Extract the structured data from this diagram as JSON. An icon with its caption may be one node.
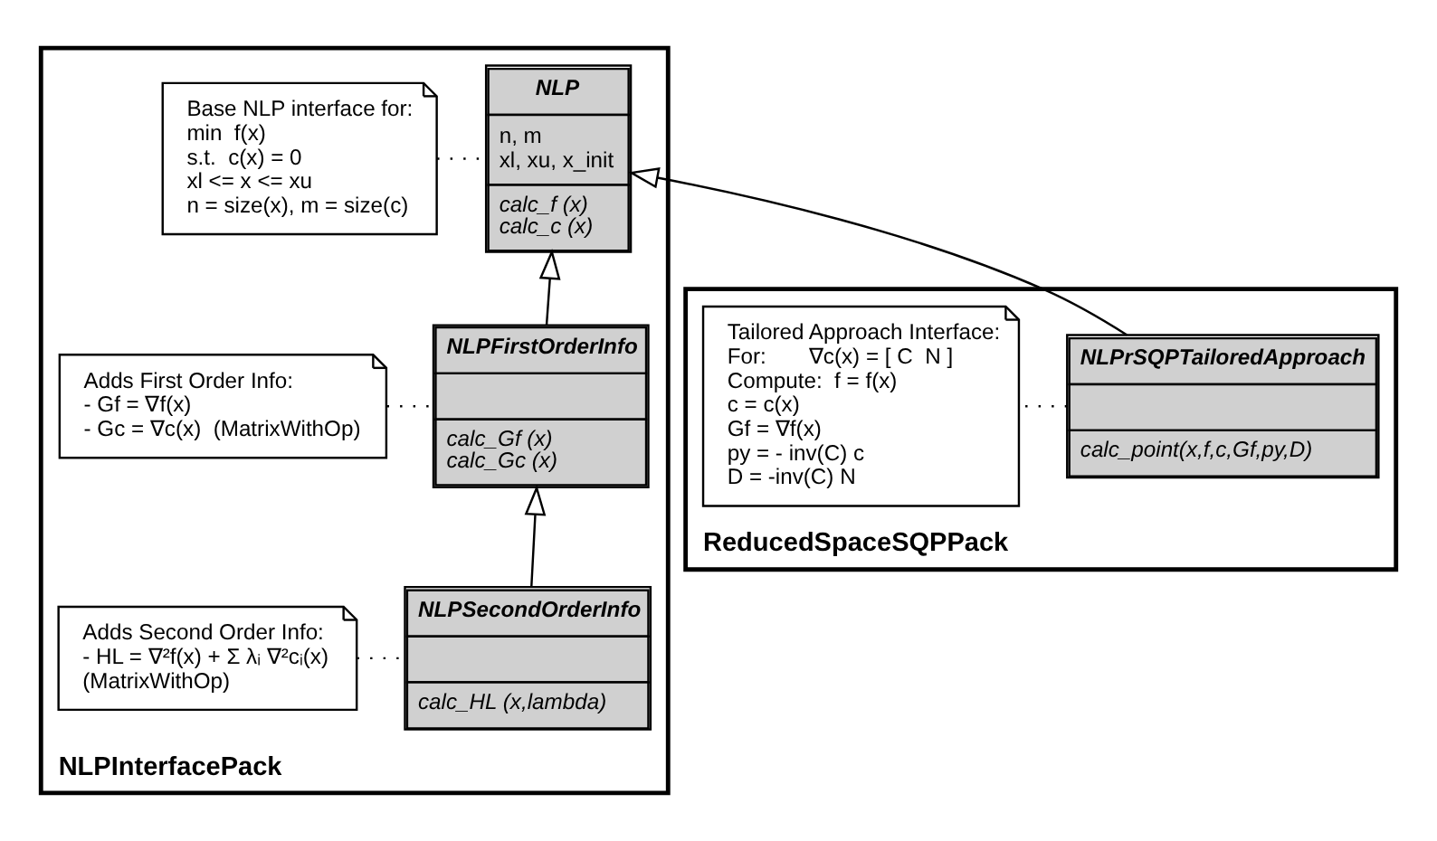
{
  "diagram": {
    "nodes": [
      {
        "text": [
          "NLPInterfacePack"
        ]
      },
      {
        "text": [
          "Base NLP interface for:",
          "min  f(x)",
          "s.t.  c(x) = 0",
          "xl <= x <= xu",
          "n = size(x), m = size(c)"
        ],
        "in": 0
      },
      {
        "text": [
          "NLP",
          "n, m",
          "xl, xu, x_init",
          "calc_f (x)",
          "calc_c (x)"
        ],
        "in": 0
      },
      {
        "text": [
          "Adds First Order Info:",
          "- Gf = ∇f(x)",
          "- Gc = ∇c(x)  (MatrixWithOp)"
        ],
        "in": 0
      },
      {
        "text": [
          "NLPFirstOrderInfo",
          "calc_Gf (x)",
          "calc_Gc (x)"
        ],
        "in": 0
      },
      {
        "text": [
          "Adds Second Order Info:",
          "- HL = ∇²f(x) + Σ λᵢ ∇²cᵢ(x)",
          "(MatrixWithOp)"
        ],
        "in": 0
      },
      {
        "text": [
          "NLPSecondOrderInfo",
          "calc_HL (x,lambda)"
        ],
        "in": 0
      },
      {
        "text": [
          "ReducedSpaceSQPPack"
        ]
      },
      {
        "text": [
          "NLPrSQPTailoredApproach",
          "calc_point(x,f,c,Gf,py,D)"
        ],
        "in": 7
      },
      {
        "text": [
          "Tailored Approach Interface:",
          "For:       ∇c(x) = [ C  N ]",
          "Compute:  f = f(x)",
          "c = c(x)",
          "Gf = ∇f(x)",
          "py = - inv(C) c",
          "D = -inv(C) N"
        ],
        "in": 7
      }
    ],
    "edges": [
      {
        "from": 1,
        "to": 2,
        "arrow": "none",
        "style": "dashed"
      },
      {
        "from": 3,
        "to": 4,
        "arrow": "none",
        "style": "dashed"
      },
      {
        "from": 5,
        "to": 6,
        "arrow": "none",
        "style": "dashed"
      },
      {
        "from": 4,
        "to": 2,
        "arrow": "to"
      },
      {
        "from": 6,
        "to": 4,
        "arrow": "to"
      },
      {
        "from": 8,
        "to": 2,
        "arrow": "to"
      },
      {
        "from": 8,
        "to": 9,
        "arrow": "none",
        "style": "dashed"
      }
    ]
  }
}
